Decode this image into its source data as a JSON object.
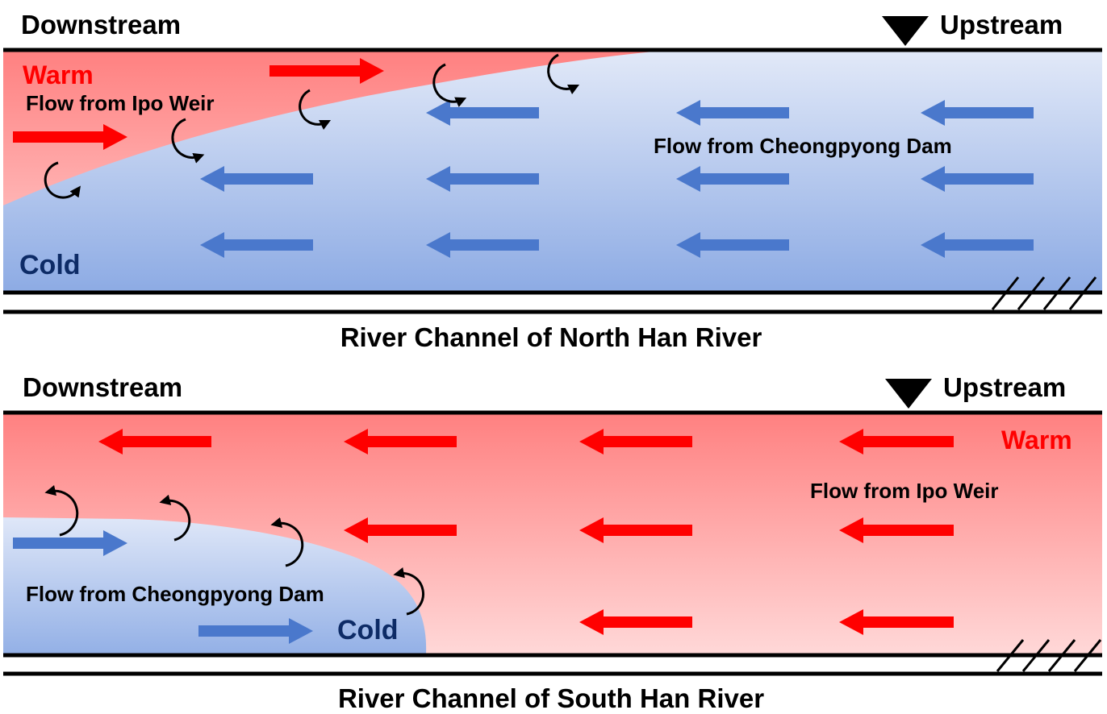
{
  "panels": {
    "north": {
      "downstream": "Downstream",
      "upstream": "Upstream",
      "warm": "Warm",
      "cold": "Cold",
      "flow_ipo": "Flow from Ipo Weir",
      "flow_cheong": "Flow from Cheongpyong Dam",
      "caption": "River Channel of North Han River"
    },
    "south": {
      "downstream": "Downstream",
      "upstream": "Upstream",
      "warm": "Warm",
      "cold": "Cold",
      "flow_ipo": "Flow from Ipo Weir",
      "flow_cheong": "Flow from Cheongpyong Dam",
      "caption": "River Channel of South Han River"
    }
  },
  "colors": {
    "warm_arrow": "#ff0000",
    "cold_arrow": "#4a78cc",
    "warm_water_top": "#ff8080",
    "warm_water_bottom": "#ffd5d5",
    "cold_water_top": "#dde6f7",
    "cold_water_bottom": "#8eaee6"
  }
}
